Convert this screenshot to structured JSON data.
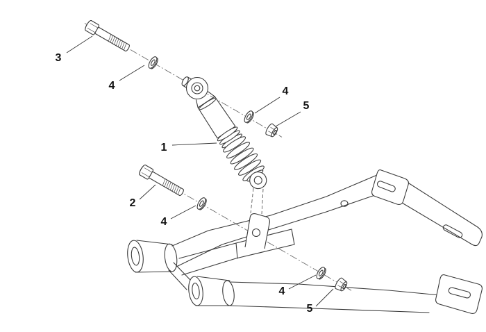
{
  "diagram": {
    "type": "exploded-parts-diagram",
    "subject": "rear shock absorber and swingarm assembly",
    "background_color": "#ffffff",
    "line_color": "#3a3a3a",
    "parts": [
      "rear-shock-absorber",
      "swingarm",
      "upper-mount-bolt",
      "lower-mount-bolt",
      "washers",
      "hex-nuts"
    ],
    "callouts": [
      {
        "label": "3",
        "part": "upper-mount-bolt"
      },
      {
        "label": "4",
        "part": "upper-bolt-washer"
      },
      {
        "label": "1",
        "part": "rear-shock-absorber"
      },
      {
        "label": "4",
        "part": "upper-nut-washer"
      },
      {
        "label": "5",
        "part": "upper-mount-nut"
      },
      {
        "label": "2",
        "part": "lower-mount-bolt"
      },
      {
        "label": "4",
        "part": "lower-bolt-washer"
      },
      {
        "label": "4",
        "part": "lower-nut-washer"
      },
      {
        "label": "5",
        "part": "lower-mount-nut"
      }
    ]
  }
}
